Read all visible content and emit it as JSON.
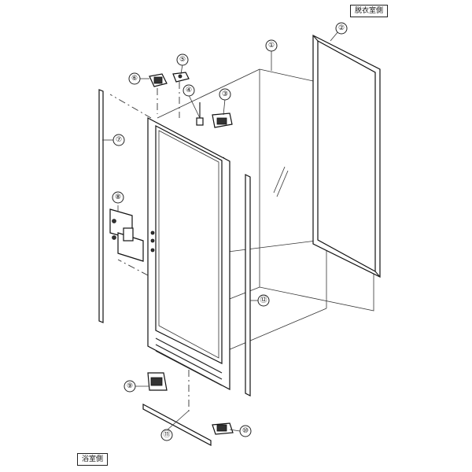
{
  "labels": {
    "top_right": "脱衣室側",
    "bottom_left": "浴室側"
  },
  "callouts": [
    {
      "id": "c1",
      "text": "①"
    },
    {
      "id": "c2",
      "text": "②"
    },
    {
      "id": "c3",
      "text": "③"
    },
    {
      "id": "c4",
      "text": "④"
    },
    {
      "id": "c5",
      "text": "⑤"
    },
    {
      "id": "c6",
      "text": "⑥"
    },
    {
      "id": "c7",
      "text": "⑦"
    },
    {
      "id": "c8",
      "text": "⑧"
    },
    {
      "id": "c9",
      "text": "⑨"
    },
    {
      "id": "c10",
      "text": "⑩"
    },
    {
      "id": "c11",
      "text": "⑪"
    },
    {
      "id": "c12",
      "text": "⑫"
    }
  ]
}
